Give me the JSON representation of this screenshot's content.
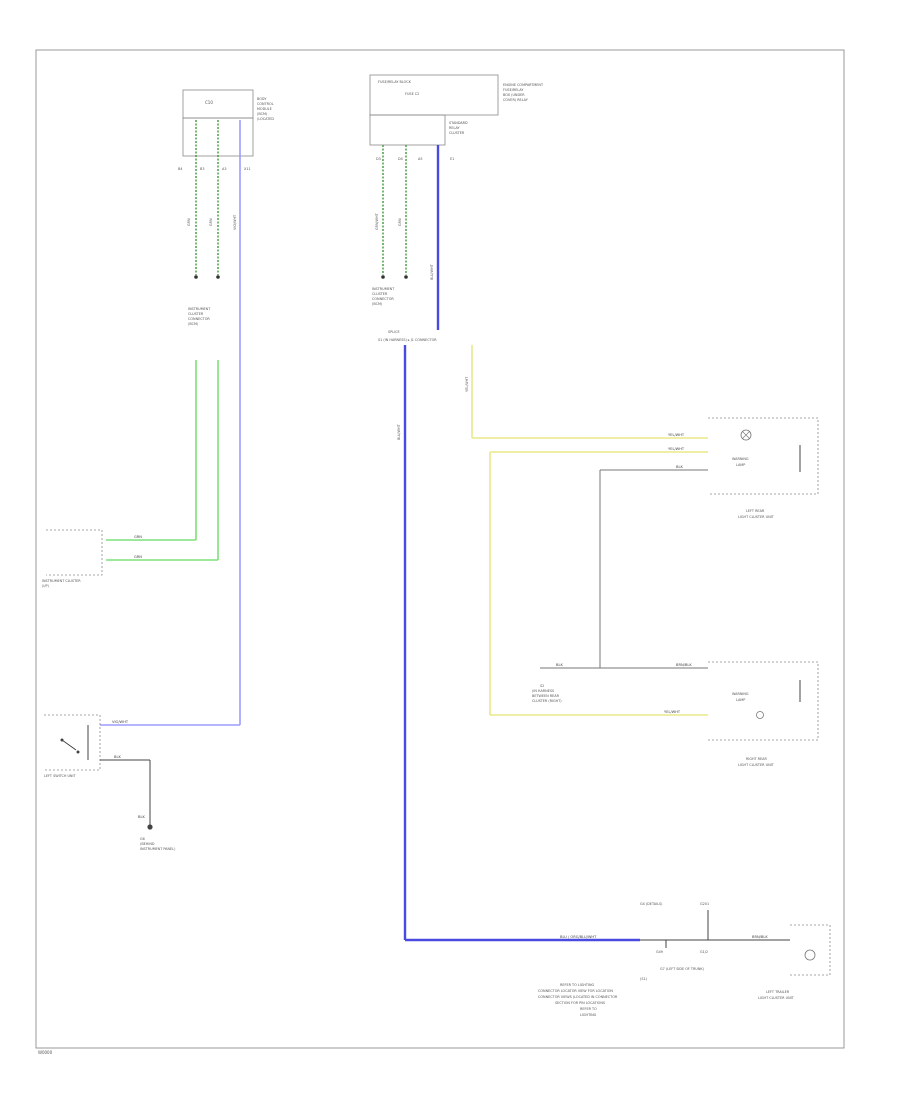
{
  "diagram": {
    "fuse_block_top_left": {
      "label_lines": [
        "BODY",
        "CONTROL",
        "MODULE",
        "(BCM)",
        "(LOCATED"
      ],
      "pin_labels": [
        "B4",
        "B3",
        "A3",
        "X11"
      ],
      "box_text": "C10"
    },
    "fuse_block_top_center": {
      "header_line": "FUSE/RELAY BLOCK",
      "sub_line": "FUSE C2",
      "label_lines": [
        "ENGINE COMPARTMENT",
        "FUSE/RELAY",
        "BOX (UNDER",
        "COVER) RELAY"
      ],
      "inner_label_lines": [
        "STANDARD",
        "RELAY",
        "CLUSTER"
      ],
      "pin_labels": [
        "D3",
        "D4",
        "A5",
        "E1"
      ]
    },
    "connector_left": {
      "label_lines": [
        "INSTRUMENT",
        "CLUSTER",
        "CONNECTOR",
        "(BCM)"
      ]
    },
    "connector_center": {
      "label_lines": [
        "INSTRUMENT",
        "CLUSTER",
        "CONNECTOR",
        "(BCM)"
      ]
    },
    "vertical_wire_tags": [
      "GRN",
      "GRN",
      "VIO/WHT",
      "GRN/WHT",
      "GRN",
      "BLU/WHT",
      "BLU/WHT",
      "YEL/WHT"
    ],
    "splice": {
      "name": "SPLICE",
      "label": "S1 (IN HARNESS) ▸ J1 CONNECTOR"
    },
    "wire_tags": {
      "left_green_1": "GRN",
      "left_green_2": "GRN",
      "left_violet": "VIO/WHT",
      "left_black": "BLK",
      "yellow_top": "YEL/WHT",
      "yellow_top_2": "YEL/WHT",
      "black_top": "BLK",
      "black_mid": "BLK",
      "black_mid_right": "BRN/BLK",
      "yellow_bottom": "YEL/WHT",
      "blue_bottom": "BLU / ORG/BLU/WHT",
      "black_bottom": "BRN/BLK"
    },
    "instrument_cluster": {
      "label_lines": [
        "INSTRUMENT CLUSTER",
        "(I/P)"
      ]
    },
    "left_switch": {
      "label": "LEFT SWITCH UNIT"
    },
    "ground": {
      "tag": "BLK",
      "label_lines": [
        "G6",
        "(BEHIND",
        "INSTRUMENT PANEL)"
      ]
    },
    "left_rear_lamp": {
      "unit_lines": [
        "WARNING",
        "LAMP"
      ],
      "label_lines": [
        "LEFT REAR",
        "LIGHT CLUSTER UNIT"
      ]
    },
    "right_rear_lamp": {
      "unit_lines": [
        "WARNING",
        "LAMP"
      ],
      "label_lines": [
        "RIGHT REAR",
        "LIGHT CLUSTER UNIT"
      ]
    },
    "middle_note_lines": [
      "S2",
      "(IN HARNESS",
      "BETWEEN REAR",
      "CLUSTER (RIGHT)"
    ],
    "bottom_header": {
      "left": "G4 (DETAILS)",
      "right": "G201"
    },
    "bottom_pins": [
      "G49",
      "G1/2"
    ],
    "bottom_component": {
      "label_lines": [
        "LEFT TRAILER",
        "LIGHT CLUSTER UNIT"
      ]
    },
    "bottom_notes": [
      "G7 (LEFT SIDE OF TRUNK)",
      "(S1)",
      "REFER TO LIGHTING",
      "CONNECTOR LOCATOR VIEW FOR LOCATION",
      "CONNECTOR VIEWS (LOCATED IN CONNECTOR",
      "SECTION FOR PIN LOCATIONS",
      "REFER TO",
      "LIGHTING"
    ],
    "footer_code": "W0000"
  }
}
